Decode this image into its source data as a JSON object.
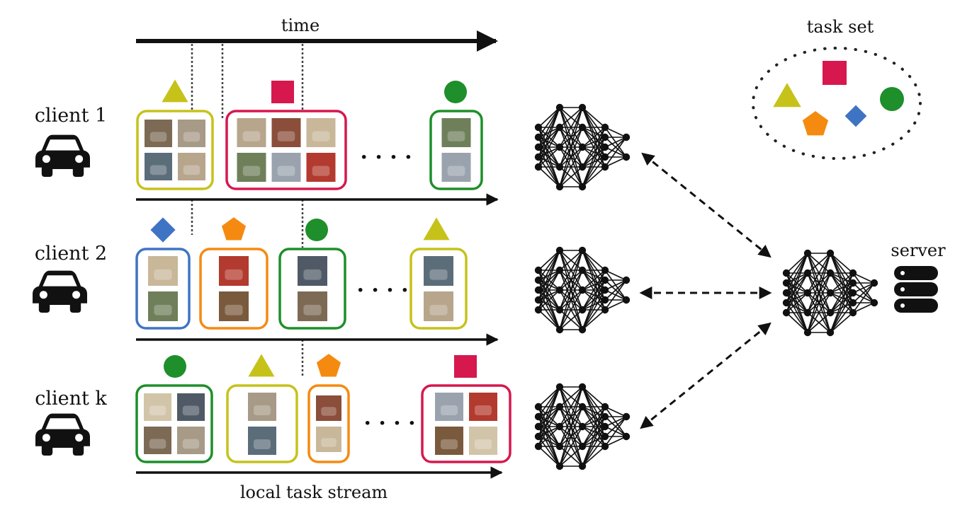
{
  "labels": {
    "time": "time",
    "task_set": "task set",
    "server": "server",
    "stream": "local task stream"
  },
  "clients": [
    {
      "name": "client 1",
      "tasks": [
        {
          "shape": "triangle",
          "color": "#c6c21a",
          "images": 4
        },
        {
          "shape": "square",
          "color": "#d6184f",
          "images": 6
        },
        {
          "shape": "circle",
          "color": "#1e8f2a",
          "images": 2
        }
      ]
    },
    {
      "name": "client 2",
      "tasks": [
        {
          "shape": "diamond",
          "color": "#3f74c4",
          "images": 2
        },
        {
          "shape": "pentagon",
          "color": "#f58a10",
          "images": 2
        },
        {
          "shape": "circle",
          "color": "#1e8f2a",
          "images": 2
        },
        {
          "shape": "triangle",
          "color": "#c6c21a",
          "images": 2
        }
      ]
    },
    {
      "name": "client k",
      "tasks": [
        {
          "shape": "circle",
          "color": "#1e8f2a",
          "images": 4
        },
        {
          "shape": "triangle",
          "color": "#c6c21a",
          "images": 2
        },
        {
          "shape": "pentagon",
          "color": "#f58a10",
          "images": 2
        },
        {
          "shape": "square",
          "color": "#d6184f",
          "images": 4
        }
      ]
    }
  ],
  "task_set": [
    {
      "shape": "square",
      "color": "#d6184f"
    },
    {
      "shape": "triangle",
      "color": "#c6c21a"
    },
    {
      "shape": "circle",
      "color": "#1e8f2a"
    },
    {
      "shape": "diamond",
      "color": "#3f74c4"
    },
    {
      "shape": "pentagon",
      "color": "#f58a10"
    }
  ],
  "icons": {
    "client": "car-icon",
    "model": "neural-network-icon",
    "server": "database-icon"
  },
  "ellipsis": "· · · ·"
}
